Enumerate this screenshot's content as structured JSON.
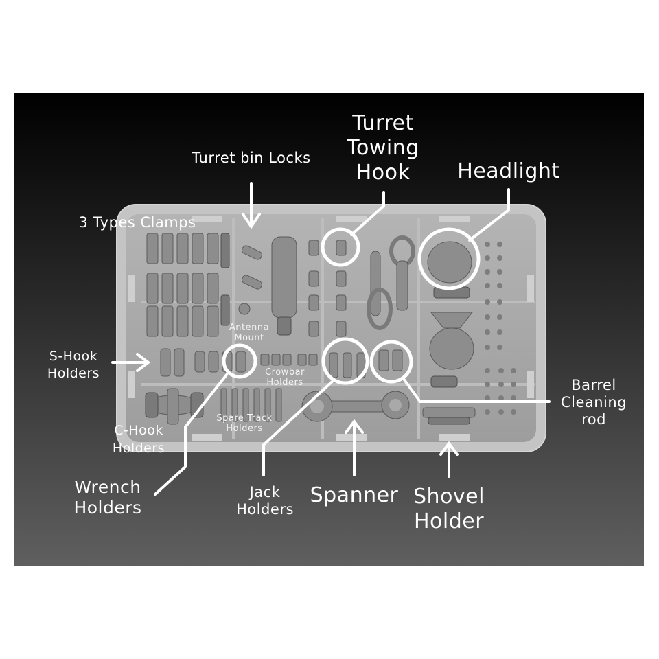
{
  "colors": {
    "background_top": "#000000",
    "background_bottom": "#5f5f5f",
    "tray": "#a9a9a9",
    "tray_border": "#c8c8c8",
    "label": "#ffffff"
  },
  "labels": {
    "turret_bin_locks": "Turret bin Locks",
    "three_types_clamps": "3 Types Clamps",
    "turret_towing_hook": [
      "Turret",
      "Towing",
      "Hook"
    ],
    "headlight": "Headlight",
    "antenna_mount": [
      "Antenna",
      "Mount"
    ],
    "s_hook_holders": [
      "S-Hook",
      "Holders"
    ],
    "crowbar_holders": [
      "Crowbar",
      "Holders"
    ],
    "spare_track_holders": [
      "Spare Track",
      "Holders"
    ],
    "c_hook_holders": [
      "C-Hook",
      "Holders"
    ],
    "wrench_holders": [
      "Wrench",
      "Holders"
    ],
    "jack_holders": [
      "Jack",
      "Holders"
    ],
    "spanner": "Spanner",
    "shovel_holder": [
      "Shovel",
      "Holder"
    ],
    "barrel_cleaning_rod": [
      "Barrel",
      "Cleaning",
      "rod"
    ]
  }
}
